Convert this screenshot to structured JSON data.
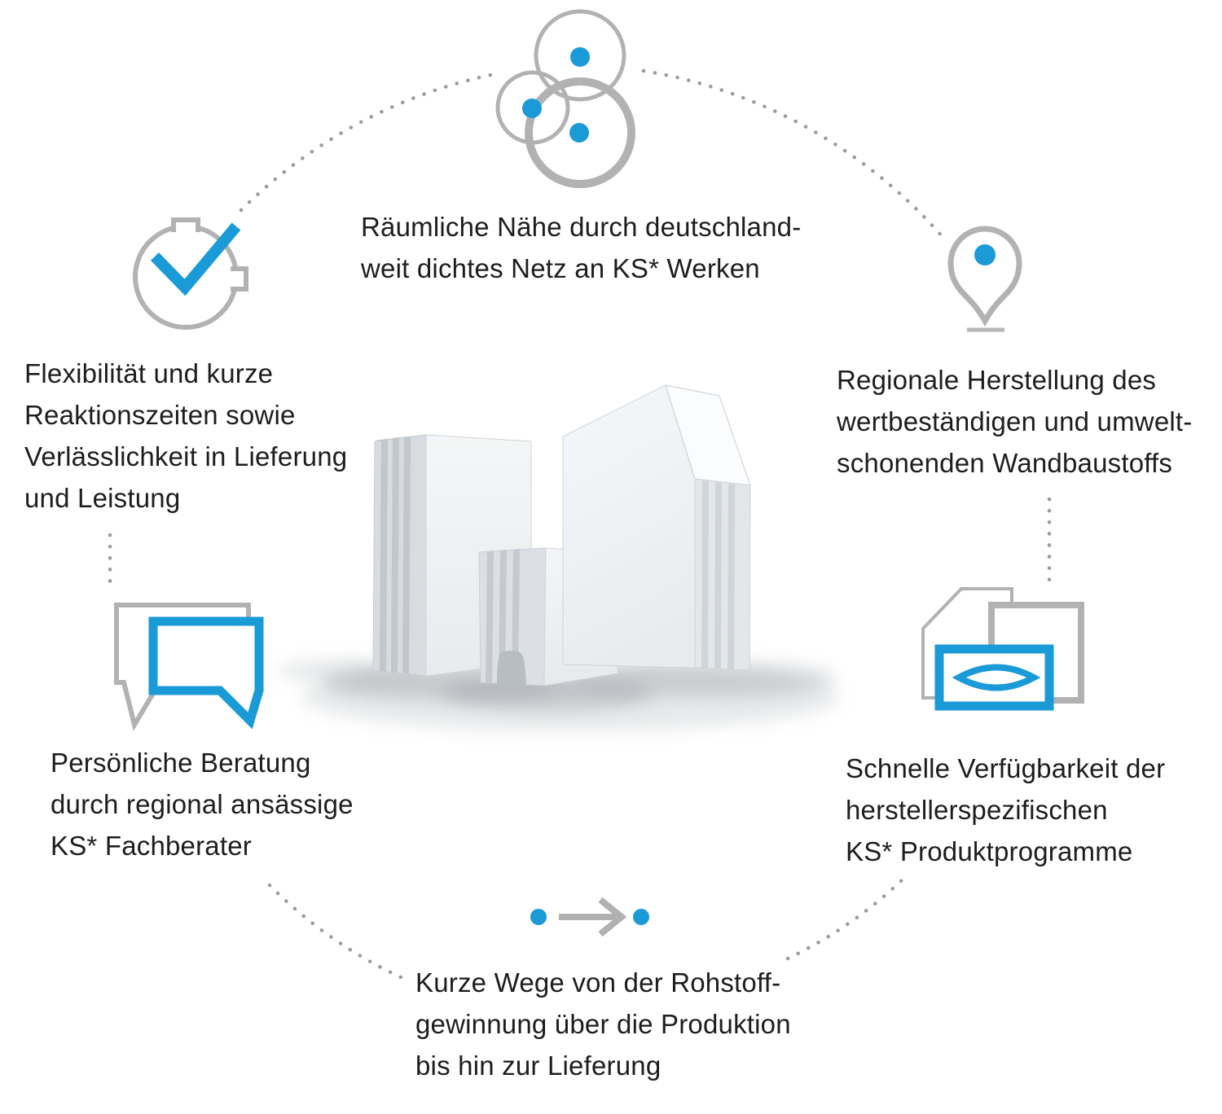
{
  "page": {
    "background": "#ffffff"
  },
  "colors": {
    "accent_blue": "#1a9ad6",
    "icon_gray": "#b2b2b2",
    "dot_gray": "#9b9b9b",
    "text": "#1d1d1b"
  },
  "center_image": {
    "description": "Drei weiße KS* Kalksandsteine"
  },
  "features": [
    {
      "id": "network",
      "icon": "network-circles-icon",
      "lines": [
        "Räumliche Nähe durch deutschland-",
        "weit dichtes Netz an KS* Werken"
      ]
    },
    {
      "id": "flexibility",
      "icon": "stopwatch-check-icon",
      "lines": [
        "Flexibilität und kurze",
        "Reaktionszeiten sowie",
        "Verlässlichkeit in Lieferung",
        "und Leistung"
      ]
    },
    {
      "id": "regional-production",
      "icon": "location-pin-icon",
      "lines": [
        "Regionale Herstellung des",
        "wertbeständigen und umwelt-",
        "schonenden Wandbaustoffs"
      ]
    },
    {
      "id": "personal-consulting",
      "icon": "speech-bubbles-icon",
      "lines": [
        "Persönliche Beratung",
        "durch regional ansässige",
        "KS* Fachberater"
      ]
    },
    {
      "id": "availability",
      "icon": "documents-eye-icon",
      "lines": [
        "Schnelle Verfügbarkeit der",
        "herstellerspezifischen",
        "KS* Produktprogramme"
      ]
    },
    {
      "id": "short-routes",
      "icon": "process-arrow-icon",
      "lines": [
        "Kurze Wege von der Rohstoff-",
        "gewinnung über die Produktion",
        "bis hin zur Lieferung"
      ]
    }
  ]
}
